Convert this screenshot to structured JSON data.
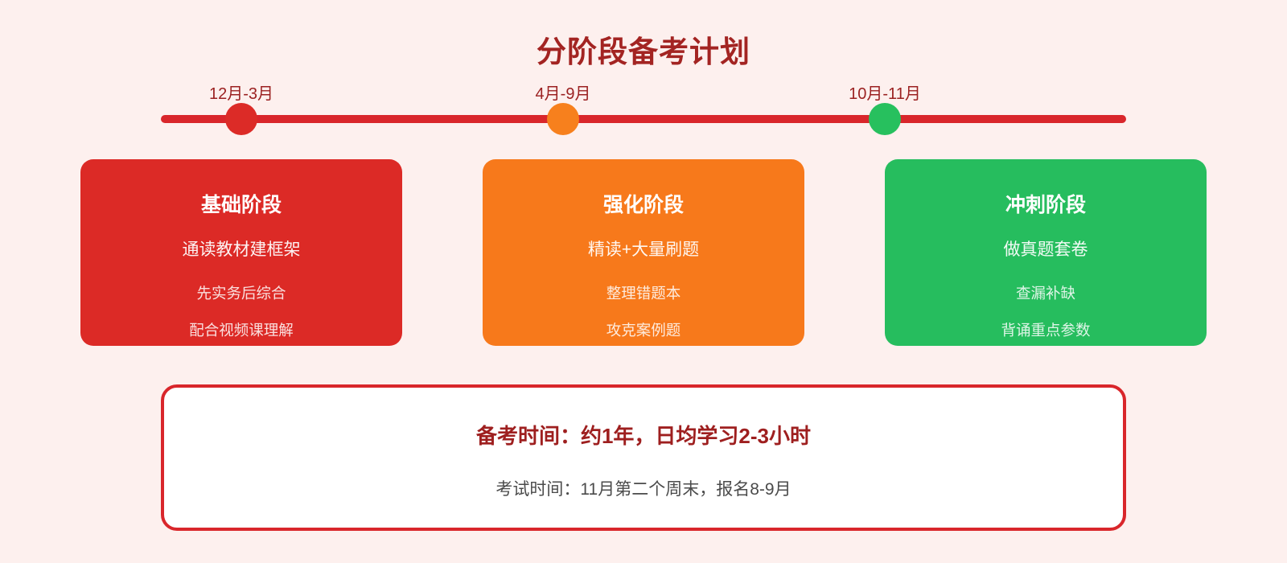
{
  "page": {
    "title": "分阶段备考计划",
    "background_color": "#fdf0ee"
  },
  "timeline": {
    "line_color": "#d9262b",
    "milestones": [
      {
        "label": "12月-3月",
        "dot_color": "#dc2b27"
      },
      {
        "label": "4月-9月",
        "dot_color": "#f7801d"
      },
      {
        "label": "10月-11月",
        "dot_color": "#27c05e"
      }
    ]
  },
  "phases": [
    {
      "title": "基础阶段",
      "highlight": "通读教材建框架",
      "points": [
        "先实务后综合",
        "配合视频课理解"
      ],
      "color": "#dc2a26"
    },
    {
      "title": "强化阶段",
      "highlight": "精读+大量刷题",
      "points": [
        "整理错题本",
        "攻克案例题"
      ],
      "color": "#f7791b"
    },
    {
      "title": "冲刺阶段",
      "highlight": "做真题套卷",
      "points": [
        "查漏补缺",
        "背诵重点参数"
      ],
      "color": "#26bd5e"
    }
  ],
  "summary": {
    "primary": "备考时间：约1年，日均学习2-3小时",
    "secondary": "考试时间：11月第二个周末，报名8-9月",
    "border_color": "#d9262b"
  }
}
